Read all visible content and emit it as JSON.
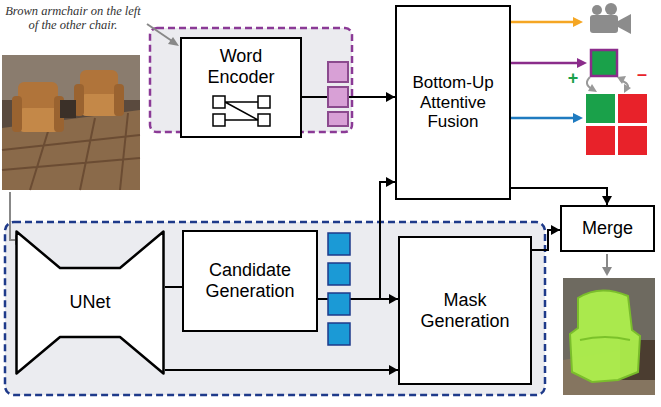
{
  "diagram": {
    "nodes": [
      {
        "text": [
          "Word Encoder"
        ]
      },
      {
        "text": [
          "Bottom-Up Attentive Fusion"
        ]
      },
      {
        "text": [
          "UNet"
        ]
      },
      {
        "text": [
          "Candidate Generation"
        ]
      },
      {
        "text": [
          "Mask Generation"
        ]
      },
      {
        "text": [
          "Merge"
        ]
      }
    ],
    "edges": [
      {
        "from": 0,
        "to": 1,
        "arrow": "to"
      },
      {
        "from": 3,
        "to": 1,
        "arrow": "to"
      },
      {
        "from": 3,
        "to": 4,
        "arrow": "to"
      },
      {
        "from": 2,
        "to": 3,
        "arrow": "none"
      },
      {
        "from": 2,
        "to": 4,
        "arrow": "to"
      },
      {
        "from": 1,
        "to": 5,
        "arrow": "to"
      },
      {
        "from": 4,
        "to": 5,
        "arrow": "to"
      }
    ],
    "labels": [
      "Brown armchair on the left of the other chair.",
      "+",
      "–"
    ]
  }
}
